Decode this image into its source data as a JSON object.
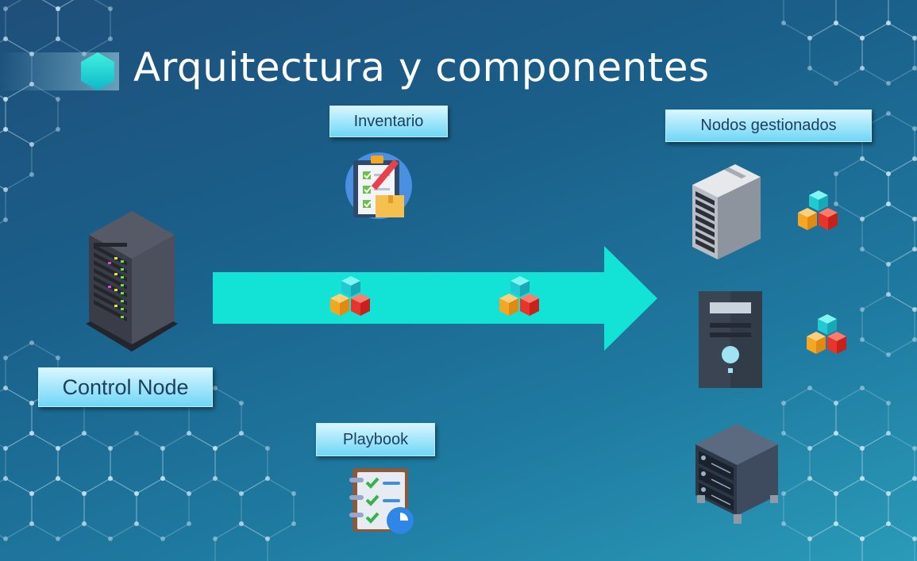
{
  "slide": {
    "title": "Arquitectura y componentes"
  },
  "labels": {
    "inventario": "Inventario",
    "nodos": "Nodos gestionados",
    "control": "Control Node",
    "playbook": "Playbook"
  },
  "icons": {
    "title_marker": "hexagon-icon",
    "control_node": "server-rack-icon",
    "inventory": "clipboard-checklist-icon",
    "playbook": "notebook-checklist-icon",
    "module": "cubes-icon",
    "managed_node_1": "server-tower-icon",
    "managed_node_2": "desktop-tower-icon",
    "managed_node_3": "storage-server-icon"
  },
  "colors": {
    "arrow": "#12e3d6",
    "label_fill": "#a8e8fb",
    "title_text": "#ffffff"
  }
}
